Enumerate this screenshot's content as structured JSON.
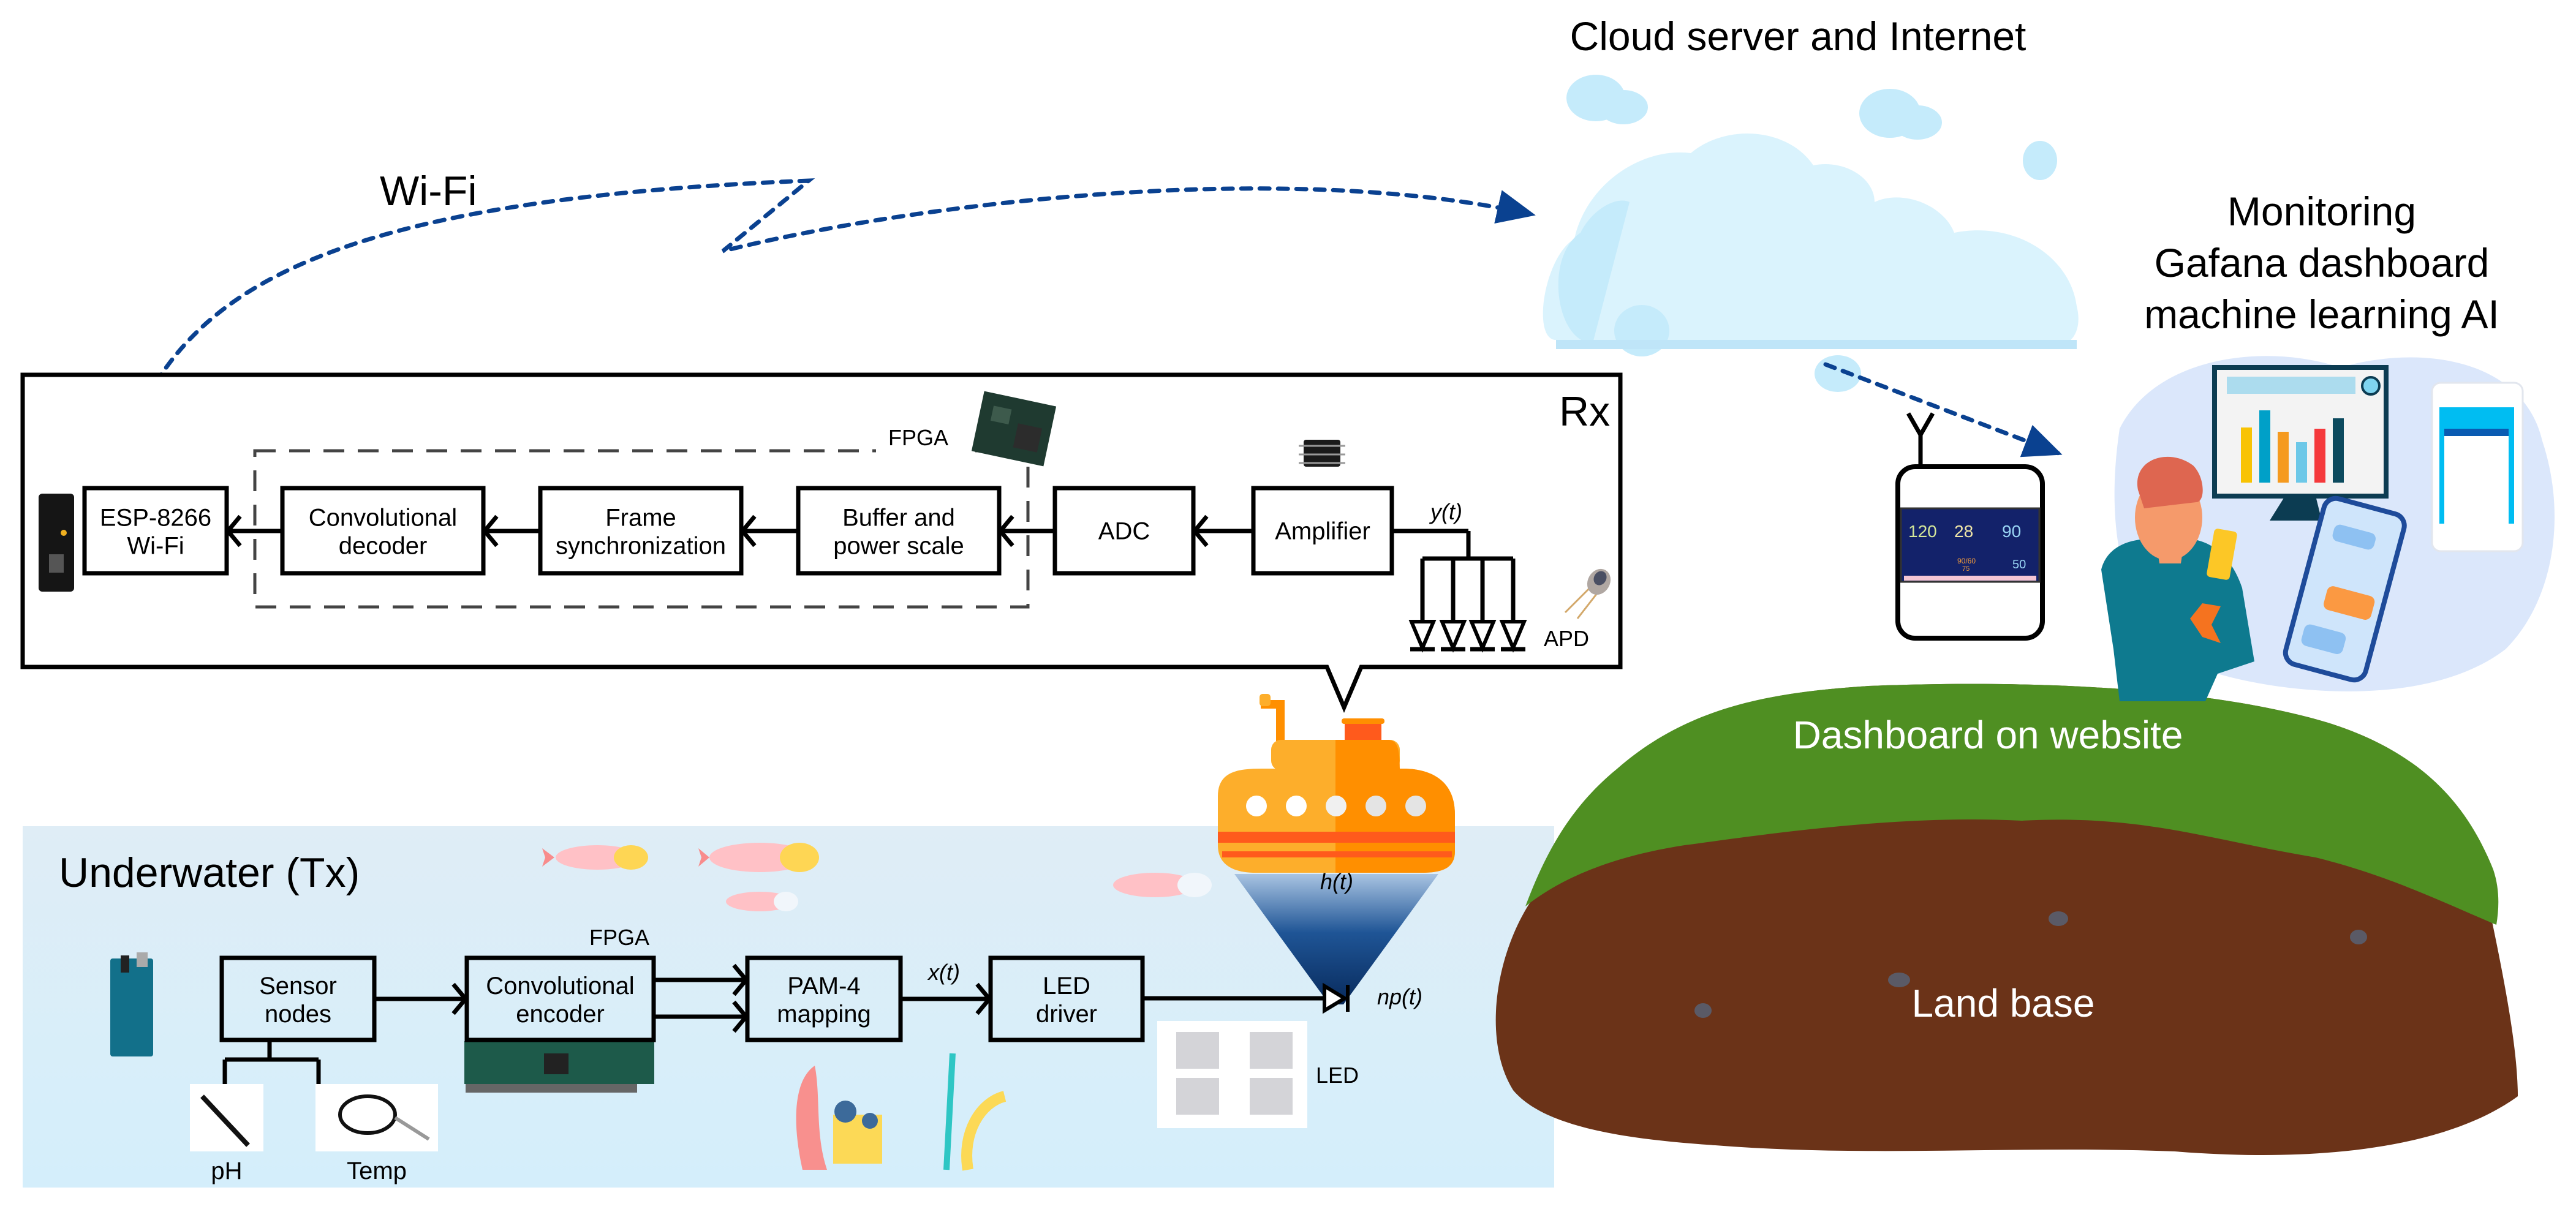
{
  "labels": {
    "wifi": "Wi-Fi",
    "cloud_title": "Cloud server and Internet",
    "monitoring_line1": "Monitoring",
    "monitoring_line2": "Gafana dashboard",
    "monitoring_line3": "machine learning AI",
    "dashboard_on_website": "Dashboard on website",
    "land_base": "Land base",
    "rx": "Rx",
    "underwater_tx": "Underwater (Tx)"
  },
  "rx": {
    "fpga_label": "FPGA",
    "blocks": [
      {
        "line1": "ESP-8266",
        "line2": "Wi-Fi"
      },
      {
        "line1": "Convolutional",
        "line2": "decoder"
      },
      {
        "line1": "Frame",
        "line2": "synchronization"
      },
      {
        "line1": "Buffer and",
        "line2": "power scale"
      },
      {
        "line1": "ADC",
        "line2": ""
      },
      {
        "line1": "Amplifier",
        "line2": ""
      }
    ],
    "signal_label": "y(t)",
    "detector_label": "APD"
  },
  "channel": {
    "label": "h(t)"
  },
  "tx": {
    "fpga_label": "FPGA",
    "blocks": [
      {
        "line1": "Sensor",
        "line2": "nodes"
      },
      {
        "line1": "Convolutional",
        "line2": "encoder"
      },
      {
        "line1": "PAM-4",
        "line2": "mapping"
      },
      {
        "line1": "LED",
        "line2": "driver"
      }
    ],
    "signal_label": "x(t)",
    "output_label": "np(t)",
    "led_label": "LED",
    "sensors": [
      "pH",
      "Temp"
    ]
  },
  "monitor_device": {
    "readings": [
      "120",
      "28",
      "90",
      "90/60",
      "75",
      "50"
    ]
  },
  "colors": {
    "water": "#dcecf6",
    "wifi_link": "#0a4190",
    "cloud": "#c5ebfb",
    "ship_orange": "#fdae2b",
    "grass": "#4f8f22",
    "soil": "#6b3318"
  }
}
